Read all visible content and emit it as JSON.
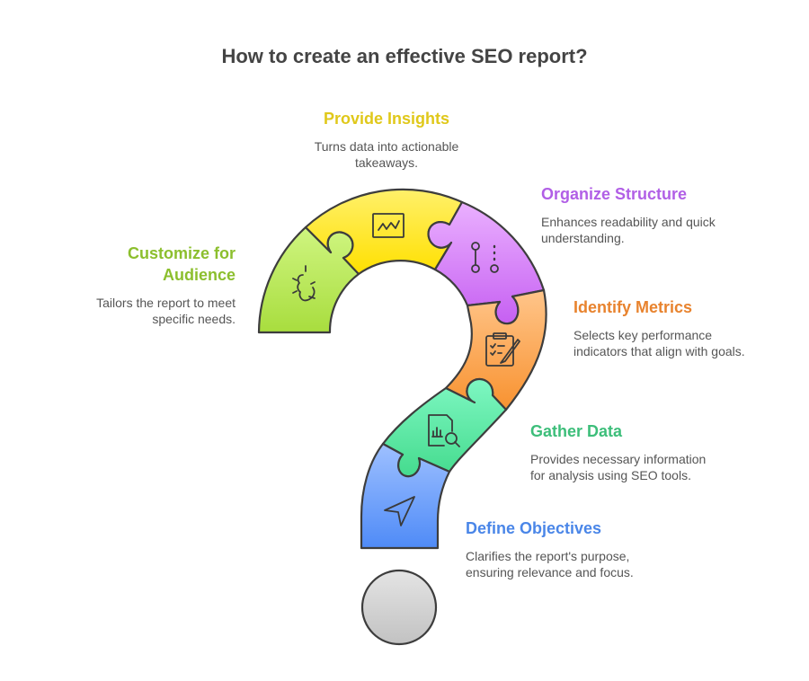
{
  "title": "How to create an effective SEO report?",
  "steps": [
    {
      "id": "define-objectives",
      "title": "Define Objectives",
      "desc_line1": "Clarifies the report's purpose,",
      "desc_line2": "ensuring relevance and focus.",
      "color": "#4A86E8",
      "icon": "navigation-arrow-icon"
    },
    {
      "id": "gather-data",
      "title": "Gather Data",
      "desc_line1": "Provides necessary information",
      "desc_line2": "for analysis using SEO tools.",
      "color": "#3DBE7A",
      "icon": "document-chart-search-icon"
    },
    {
      "id": "identify-metrics",
      "title": "Identify Metrics",
      "desc_line1": "Selects key performance",
      "desc_line2": "indicators that align with goals.",
      "color": "#E8832E",
      "icon": "clipboard-pencil-icon"
    },
    {
      "id": "organize-structure",
      "title": "Organize Structure",
      "desc_line1": "Enhances readability and quick",
      "desc_line2": "understanding.",
      "color": "#B15FE6",
      "icon": "nodes-structure-icon"
    },
    {
      "id": "provide-insights",
      "title": "Provide Insights",
      "desc_line1": "Turns data into actionable",
      "desc_line2": "takeaways.",
      "color": "#E0C81A",
      "icon": "line-chart-icon"
    },
    {
      "id": "customize-audience",
      "title_line1": "Customize for",
      "title_line2": "Audience",
      "desc_line1": "Tailors the report to meet",
      "desc_line2": "specific needs.",
      "color": "#8CBF2E",
      "icon": "salamander-icon"
    }
  ]
}
